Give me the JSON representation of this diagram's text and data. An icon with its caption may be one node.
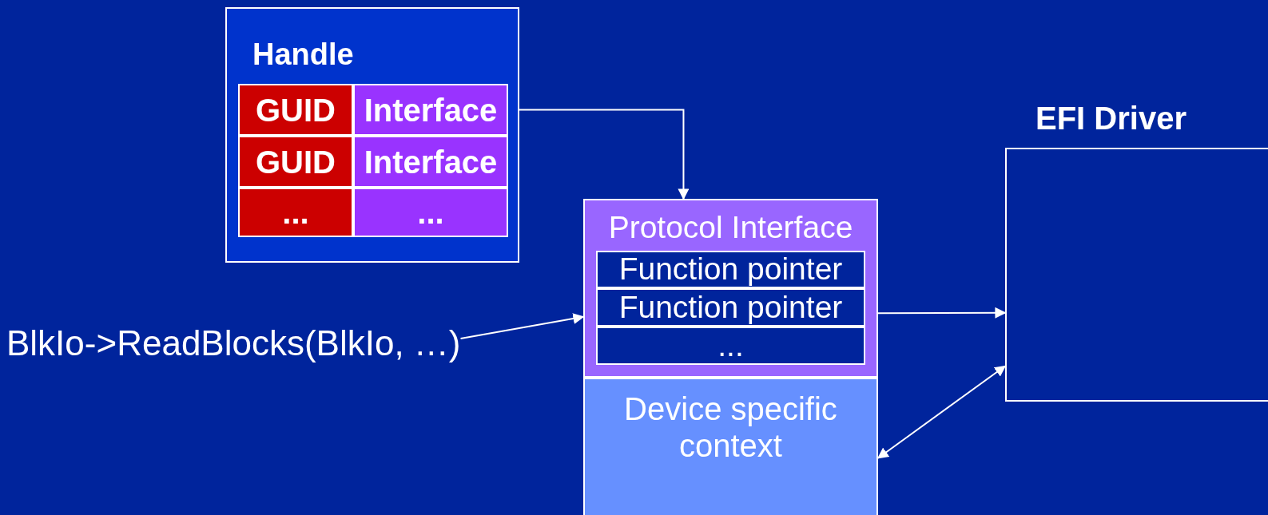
{
  "diagram": {
    "nodes": [
      {
        "text": [
          "Handle"
        ]
      },
      {
        "text": [
          "GUID"
        ],
        "in": 0
      },
      {
        "text": [
          "Interface"
        ],
        "in": 0
      },
      {
        "text": [
          "GUID"
        ],
        "in": 0
      },
      {
        "text": [
          "Interface"
        ],
        "in": 0
      },
      {
        "text": [
          "..."
        ],
        "in": 0
      },
      {
        "text": [
          "..."
        ],
        "in": 0
      },
      {
        "text": [
          "Protocol Interface"
        ]
      },
      {
        "text": [
          "Function pointer"
        ],
        "in": 7
      },
      {
        "text": [
          "Function pointer"
        ],
        "in": 7
      },
      {
        "text": [
          "..."
        ],
        "in": 7
      },
      {
        "text": [
          "Device specific context"
        ]
      },
      {
        "text": [
          "BlkIo->ReadBlocks(BlkIo, …)"
        ]
      },
      {
        "text": [
          "EFI Driver"
        ]
      }
    ],
    "edges": [
      {
        "from": 2,
        "to": 7,
        "arrow": "to"
      },
      {
        "from": 12,
        "to": 7,
        "arrow": "to"
      },
      {
        "from": 7,
        "to": 13,
        "arrow": "to"
      },
      {
        "from": 11,
        "to": 13,
        "arrow": "both"
      }
    ]
  }
}
